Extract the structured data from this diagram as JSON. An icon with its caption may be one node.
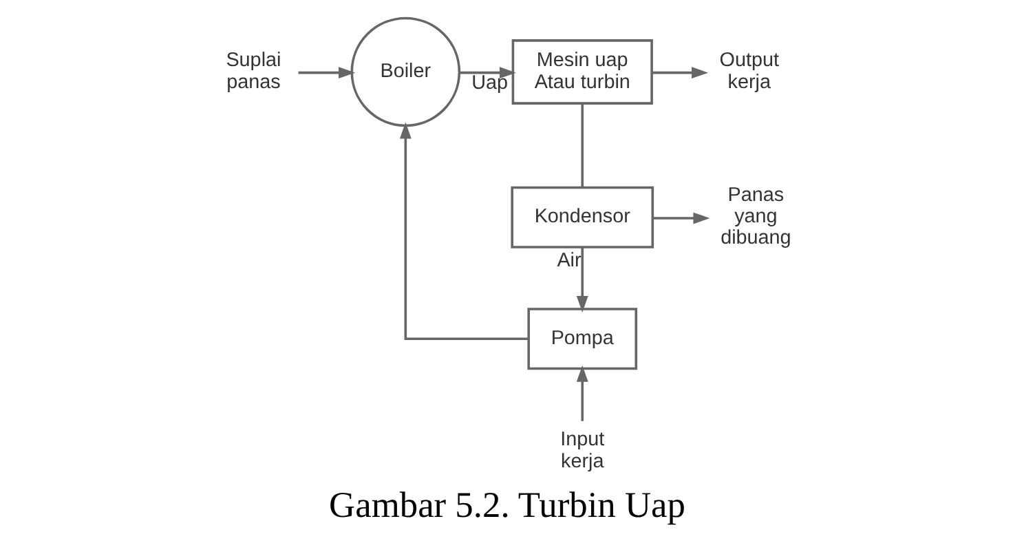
{
  "diagram": {
    "caption": "Gambar 5.2. Turbin Uap",
    "nodes": [
      {
        "text": [
          "Suplai panas"
        ]
      },
      {
        "text": [
          "Boiler"
        ]
      },
      {
        "text": [
          "Mesin uap Atau turbin"
        ]
      },
      {
        "text": [
          "Output kerja"
        ]
      },
      {
        "text": [
          "Kondensor"
        ]
      },
      {
        "text": [
          "Panas yang dibuang"
        ]
      },
      {
        "text": [
          "Pompa"
        ]
      },
      {
        "text": [
          "Input kerja"
        ]
      }
    ],
    "edges": [
      {
        "from": 0,
        "to": 1,
        "arrow": "to"
      },
      {
        "from": 1,
        "to": 2,
        "arrow": "to",
        "label": "Uap"
      },
      {
        "from": 2,
        "to": 3,
        "arrow": "to"
      },
      {
        "from": 2,
        "to": 4,
        "arrow": "none"
      },
      {
        "from": 4,
        "to": 5,
        "arrow": "to"
      },
      {
        "from": 4,
        "to": 6,
        "arrow": "to",
        "label": "Air"
      },
      {
        "from": 6,
        "to": 1,
        "arrow": "to"
      },
      {
        "from": 7,
        "to": 6,
        "arrow": "to"
      }
    ]
  }
}
